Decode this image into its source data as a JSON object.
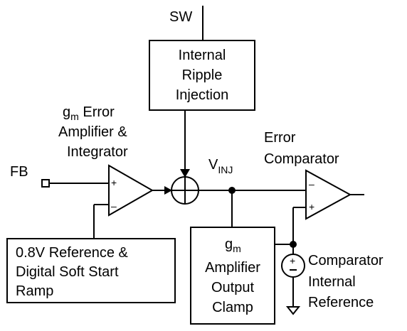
{
  "labels": {
    "sw": "SW",
    "fb": "FB",
    "ripple": [
      "Internal",
      "Ripple",
      "Injection"
    ],
    "gm_error": {
      "g": "g",
      "m": "m",
      "rest": " Error",
      "line2": "Amplifier &",
      "line3": "Integrator"
    },
    "vinj": {
      "v": "V",
      "sub": "INJ"
    },
    "error_comp": [
      "Error",
      "Comparator"
    ],
    "reference": [
      "0.8V Reference &",
      "Digital Soft Start",
      "Ramp"
    ],
    "clamp": {
      "g": "g",
      "m": "m",
      "line2": "Amplifier",
      "line3": "Output",
      "line4": "Clamp"
    },
    "comp_ref": [
      "Comparator",
      "Internal",
      "Reference"
    ],
    "plus": "+",
    "minus": "–"
  }
}
